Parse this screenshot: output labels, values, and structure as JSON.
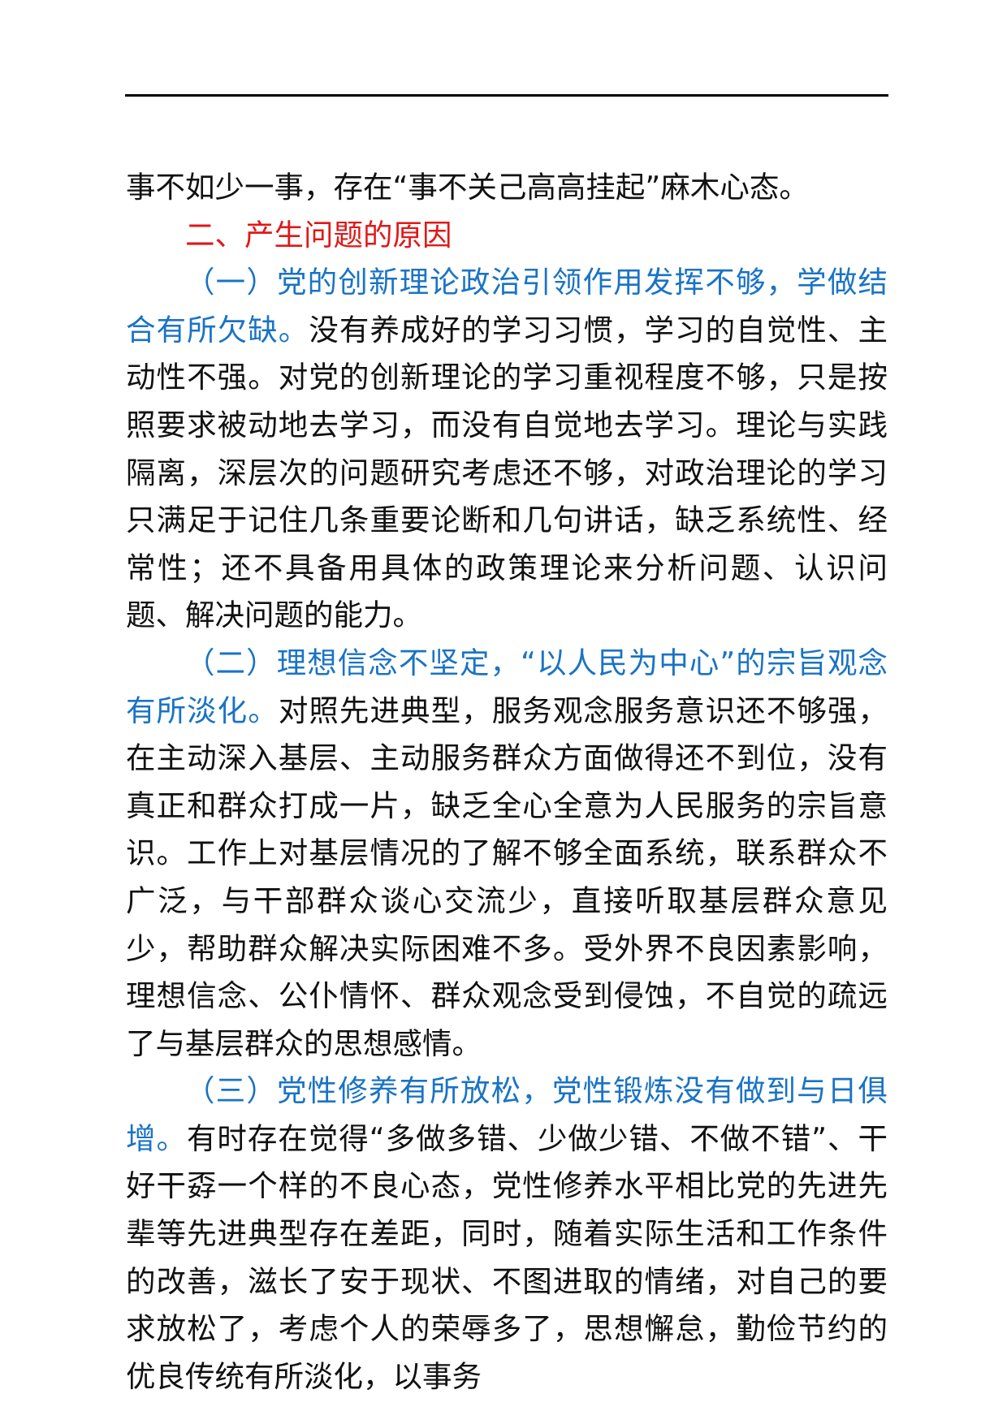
{
  "colors": {
    "section_heading": "#e01818",
    "subsection_heading": "#1a73c4",
    "body_text": "#111111",
    "rule": "#000000"
  },
  "content": {
    "continuation": "事不如少一事，存在“事不关己高高挂起”麻木心态。",
    "section_heading": "二、产生问题的原因",
    "sections": [
      {
        "heading": "（一）党的创新理论政治引领作用发挥不够，学做结合有所欠缺。",
        "body": "没有养成好的学习习惯，学习的自觉性、主动性不强。对党的创新理论的学习重视程度不够，只是按照要求被动地去学习，而没有自觉地去学习。理论与实践隔离，深层次的问题研究考虑还不够，对政治理论的学习只满足于记住几条重要论断和几句讲话，缺乏系统性、经常性；还不具备用具体的政策理论来分析问题、认识问题、解决问题的能力。"
      },
      {
        "heading": "（二）理想信念不坚定，“以人民为中心”的宗旨观念有所淡化。",
        "body": "对照先进典型，服务观念服务意识还不够强，在主动深入基层、主动服务群众方面做得还不到位，没有真正和群众打成一片，缺乏全心全意为人民服务的宗旨意识。工作上对基层情况的了解不够全面系统，联系群众不广泛，与干部群众谈心交流少，直接听取基层群众意见少，帮助群众解决实际困难不多。受外界不良因素影响，理想信念、公仆情怀、群众观念受到侵蚀，不自觉的疏远了与基层群众的思想感情。"
      },
      {
        "heading": "（三）党性修养有所放松，党性锻炼没有做到与日俱增。",
        "body": "有时存在觉得“多做多错、少做少错、不做不错”、干好干孬一个样的不良心态，党性修养水平相比党的先进先辈等先进典型存在差距，同时，随着实际生活和工作条件的改善，滋长了安于现状、不图进取的情绪，对自己的要求放松了，考虑个人的荣辱多了，思想懈怠，勤俭节约的优良传统有所淡化，以事务"
      }
    ]
  }
}
